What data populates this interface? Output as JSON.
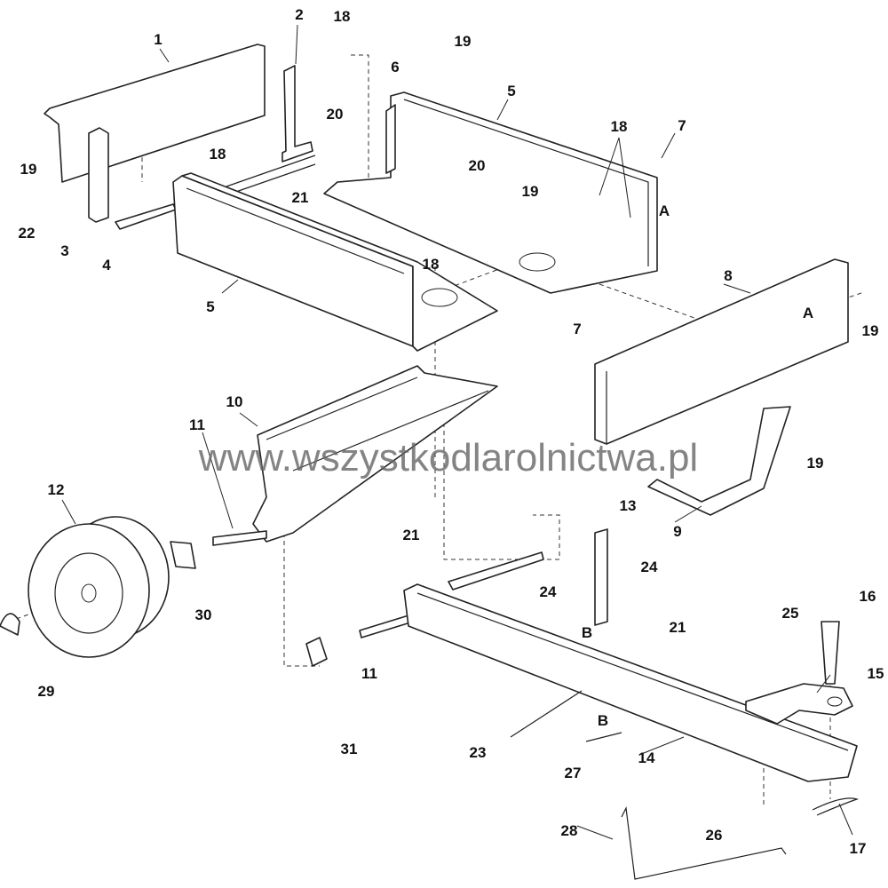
{
  "watermark": "www.wszystkodlarolnictwa.pl",
  "callouts": [
    "1",
    "2",
    "18",
    "19",
    "6",
    "5",
    "20",
    "18",
    "7",
    "19",
    "18",
    "20",
    "19",
    "21",
    "22",
    "A",
    "3",
    "4",
    "5",
    "18",
    "8",
    "A",
    "19",
    "7",
    "10",
    "11",
    "12",
    "19",
    "13",
    "21",
    "9",
    "24",
    "24",
    "16",
    "25",
    "B",
    "21",
    "30",
    "29",
    "11",
    "15",
    "31",
    "23",
    "B",
    "14",
    "27",
    "28",
    "26",
    "17"
  ]
}
